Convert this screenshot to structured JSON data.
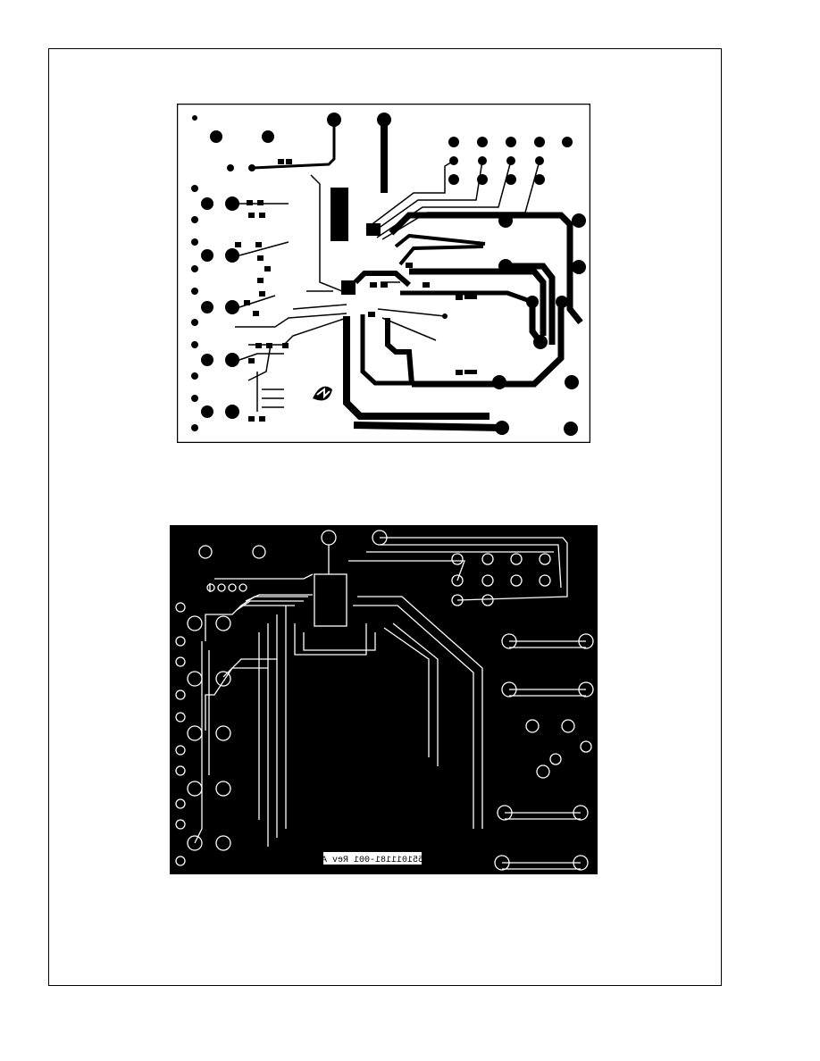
{
  "document": {
    "figures": [
      {
        "id": "top-layer"
      },
      {
        "id": "bottom-layer",
        "silkscreen_text": "551011181-001 Rev A"
      }
    ]
  },
  "colors": {
    "ink": "#000000",
    "paper": "#ffffff"
  }
}
